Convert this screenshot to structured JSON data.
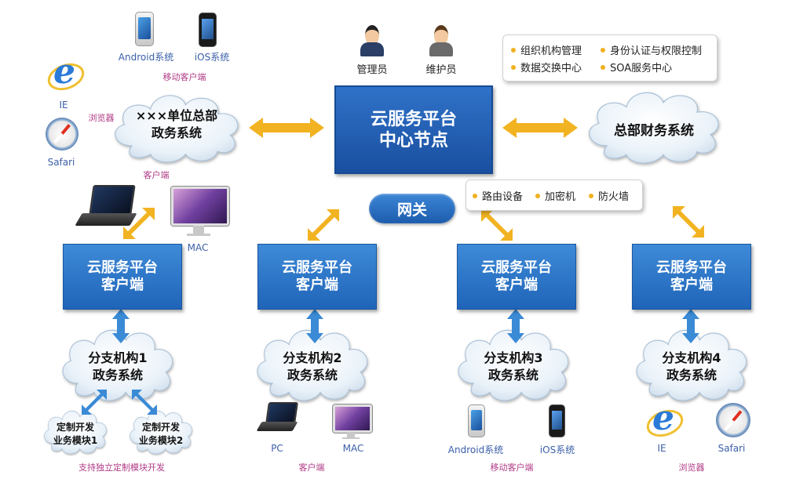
{
  "center": {
    "line1": "云服务平台",
    "line2": "中心节点"
  },
  "staff": {
    "admin": "管理员",
    "maintainer": "维护员"
  },
  "core_services": [
    "组织机构管理",
    "身份认证与权限控制",
    "数据交换中心",
    "SOA服务中心"
  ],
  "gateway": {
    "label": "网关",
    "devices": [
      "路由设备",
      "加密机",
      "防火墙"
    ]
  },
  "hq": {
    "cloud_line1": "×××单位总部",
    "cloud_line2": "政务系统",
    "mobile_client": "移动客户端",
    "android": "Android系统",
    "ios": "iOS系统",
    "browser": "浏览器",
    "ie": "IE",
    "safari": "Safari",
    "client": "客户端",
    "mac": "MAC"
  },
  "finance": {
    "cloud_line1": "总部财务系统"
  },
  "client_box": {
    "line1": "云服务平台",
    "line2": "客户端"
  },
  "branches": [
    {
      "line1": "分支机构1",
      "line2": "政务系统"
    },
    {
      "line1": "分支机构2",
      "line2": "政务系统"
    },
    {
      "line1": "分支机构3",
      "line2": "政务系统"
    },
    {
      "line1": "分支机构4",
      "line2": "政务系统"
    }
  ],
  "branch1": {
    "module1_line1": "定制开发",
    "module1_line2": "业务模块1",
    "module2_line1": "定制开发",
    "module2_line2": "业务模块2",
    "caption": "支持独立定制模块开发"
  },
  "branch2": {
    "pc": "PC",
    "mac": "MAC",
    "caption": "客户端"
  },
  "branch3": {
    "android": "Android系统",
    "ios": "iOS系统",
    "caption": "移动客户端"
  },
  "branch4": {
    "ie": "IE",
    "safari": "Safari",
    "caption": "浏览器"
  },
  "colors": {
    "box_blue": "#2a74c8",
    "arrow_gold": "#f2b322",
    "arrow_blue": "#3a8ad6",
    "cloud_fill": "#e6f0f8"
  }
}
